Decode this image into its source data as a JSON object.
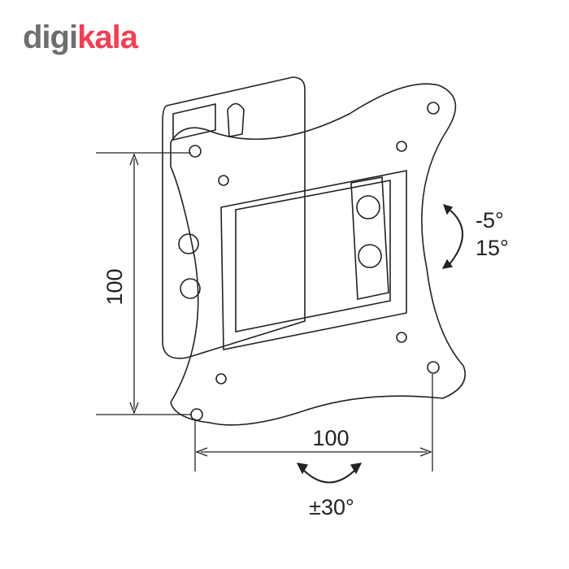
{
  "brand": {
    "part1": "digi",
    "part2": "kala",
    "colors": {
      "gray": "#6d6e70",
      "red": "#ef4056"
    }
  },
  "dimensions": {
    "vertical": "100",
    "horizontal": "100"
  },
  "tilt": {
    "up": "-5°",
    "down": "15°"
  },
  "swivel": "±30°"
}
